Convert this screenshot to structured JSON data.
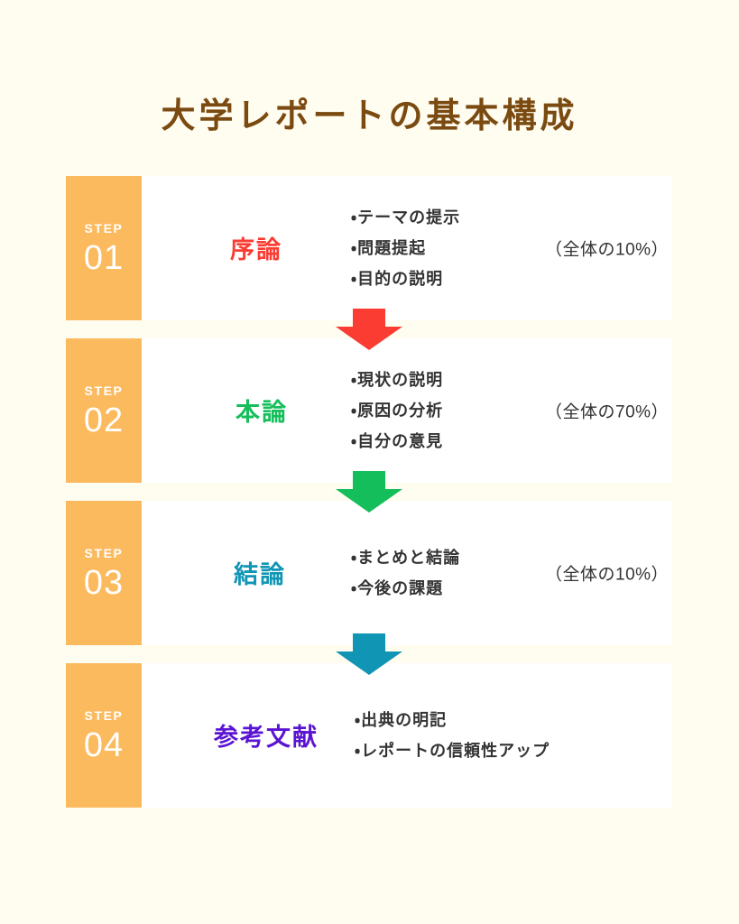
{
  "page": {
    "title": "大学レポートの基本構成",
    "background_color": "#FFFCF0",
    "title_color": "#7A4A10",
    "card_color": "#FFFFFF",
    "badge_color": "#FCBA5E"
  },
  "steps": [
    {
      "badge_word": "STEP",
      "badge_number": "01",
      "name": "序論",
      "name_color": "#FA3C32",
      "bullets": [
        "・テーマの提示",
        "・問題提起",
        "・目的の説明"
      ],
      "ratio": "（全体の10%）",
      "arrow_color": "#FA3C32",
      "arrow_icon": "down-arrow-icon"
    },
    {
      "badge_word": "STEP",
      "badge_number": "02",
      "name": "本論",
      "name_color": "#14BE5A",
      "bullets": [
        "・現状の説明",
        "・原因の分析",
        "・自分の意見"
      ],
      "ratio": "（全体の70%）",
      "arrow_color": "#14BE5A",
      "arrow_icon": "down-arrow-icon"
    },
    {
      "badge_word": "STEP",
      "badge_number": "03",
      "name": "結論",
      "name_color": "#1195B4",
      "bullets": [
        "・まとめと結論",
        "・今後の課題"
      ],
      "ratio": "（全体の10%）",
      "arrow_color": "#1195B4",
      "arrow_icon": "down-arrow-icon"
    },
    {
      "badge_word": "STEP",
      "badge_number": "04",
      "name": "参考文献",
      "name_color": "#5B14D2",
      "bullets": [
        "・出典の明記",
        "・レポートの信頼性アップ"
      ],
      "ratio": "",
      "arrow_color": "",
      "arrow_icon": ""
    }
  ]
}
